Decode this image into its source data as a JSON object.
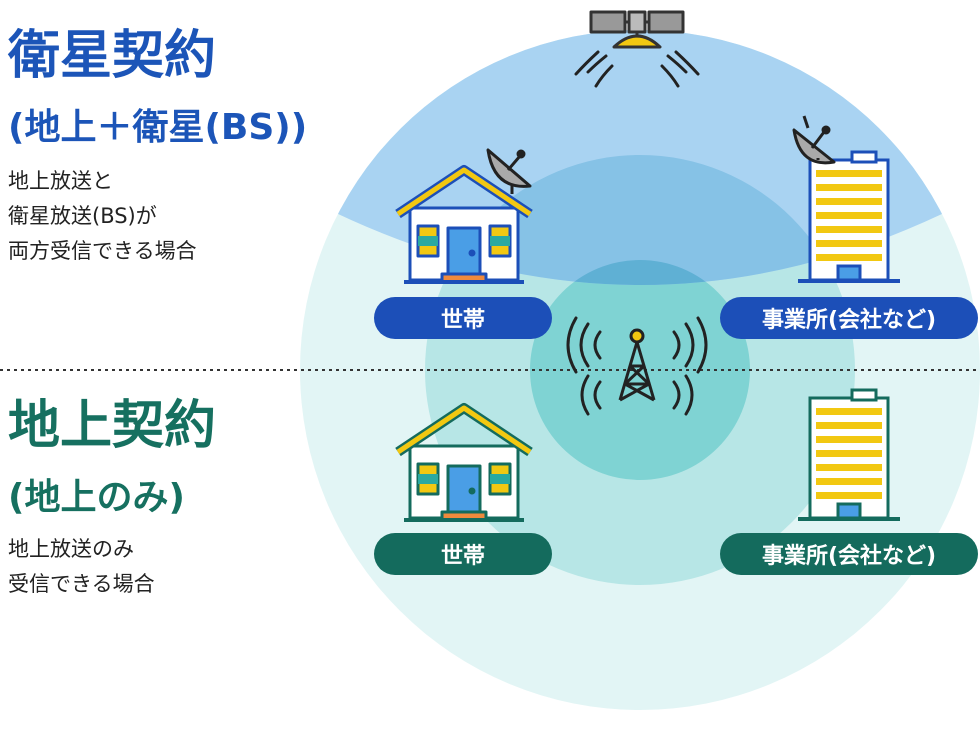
{
  "satellite_section": {
    "title": "衛星契約",
    "subtitle": "(地上＋衛星(BS))",
    "description": [
      "地上放送と",
      "衛星放送(BS)が",
      "両方受信できる場合"
    ],
    "labels": {
      "household": "世帯",
      "business": "事業所(会社など)"
    }
  },
  "terrestrial_section": {
    "title": "地上契約",
    "subtitle": "(地上のみ)",
    "description": [
      "地上放送のみ",
      "受信できる場合"
    ],
    "labels": {
      "household": "世帯",
      "business": "事業所(会社など)"
    }
  },
  "colors": {
    "satellite_accent": "#1c55b8",
    "terrestrial_accent": "#167060",
    "satellite_zone": "#a9d3f2",
    "outer_ring": "#e2f5f5",
    "middle_ring": "#b7e6e6",
    "inner_ring": "#7fd3d3",
    "house_roof": "#f2c811"
  },
  "icons": [
    "satellite-icon",
    "broadcast-tower-icon",
    "house-icon",
    "office-building-icon",
    "satellite-dish-icon",
    "signal-waves-icon"
  ]
}
